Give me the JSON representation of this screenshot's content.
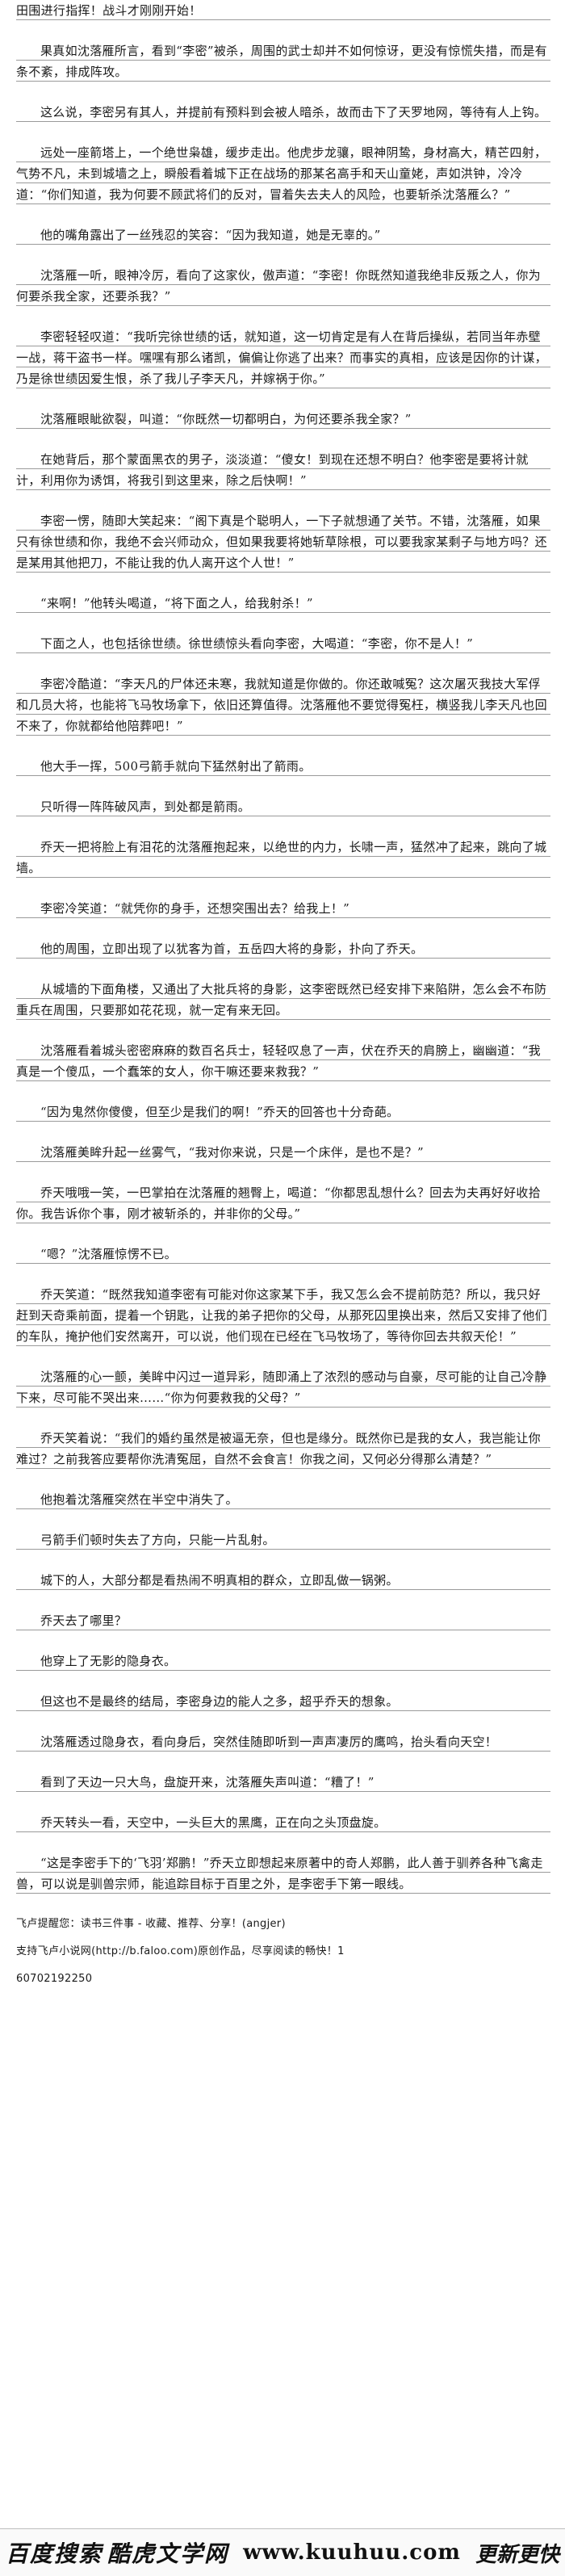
{
  "paragraphs": [
    "田围进行指挥！战斗才刚刚开始！",
    "果真如沈落雁所言，看到“李密”被杀，周围的武士却并不如何惊讶，更没有惊慌失措，而是有条不紊，排成阵攻。",
    "这么说，李密另有其人，并提前有预料到会被人暗杀，故而击下了天罗地网，等待有人上钩。",
    "远处一座箭塔上，一个绝世枭雄，缓步走出。他虎步龙骧，眼神阴鸷，身材高大，精芒四射，气势不凡，未到城墙之上，瞬般看着城下正在战场的那某名高手和天山童姥，声如洪钟，冷冷道：“你们知道，我为何要不顾武将们的反对，冒着失去夫人的风险，也要斩杀沈落雁么？”",
    "他的嘴角露出了一丝残忍的笑容：“因为我知道，她是无辜的。”",
    "沈落雁一听，眼神冷厉，看向了这家伙，傲声道：“李密！你既然知道我绝非反叛之人，你为何要杀我全家，还要杀我？”",
    "李密轻轻叹道：“我听完徐世绩的话，就知道，这一切肯定是有人在背后操纵，若同当年赤壁一战，蒋干盗书一样。嘿嘿有那么诸凯，偏偏让你逃了出来？而事实的真相，应该是因你的计谋，乃是徐世绩因爱生恨，杀了我儿子李天凡，并嫁祸于你。”",
    "沈落雁眼眦欲裂，叫道：“你既然一切都明白，为何还要杀我全家？”",
    "在她背后，那个蒙面黑衣的男子，淡淡道：“傻女！到现在还想不明白？他李密是要将计就计，利用你为诱饵，将我引到这里来，除之后快啊！”",
    "李密一愣，随即大笑起来：“阁下真是个聪明人，一下子就想通了关节。不错，沈落雁，如果只有徐世绩和你，我绝不会兴师动众，但如果我要将她斩草除根，可以要我家某剩子与地方吗？还是某用其他把刀，不能让我的仇人离开这个人世！”",
    "“来啊！”他转头喝道，“将下面之人，给我射杀！”",
    "下面之人，也包括徐世绩。徐世绩惊头看向李密，大喝道：“李密，你不是人！”",
    "李密冷酷道：“李天凡的尸体还未寒，我就知道是你做的。你还敢喊冤？这次屠灭我技大军俘和几员大将，也能将飞马牧场拿下，依旧还算值得。沈落雁他不要觉得冤枉，横竖我儿李天凡也回不来了，你就都给他陪葬吧！”",
    "他大手一挥，500弓箭手就向下猛然射出了箭雨。",
    "只听得一阵阵破风声，到处都是箭雨。",
    "乔天一把将脸上有泪花的沈落雁抱起来，以绝世的内力，长啸一声，猛然冲了起来，跳向了城墙。",
    "李密冷笑道：“就凭你的身手，还想突围出去？给我上！”",
    "他的周围，立即出现了以犹客为首，五岳四大将的身影，扑向了乔天。",
    "从城墙的下面角楼，又通出了大批兵将的身影，这李密既然已经安排下来陷阱，怎么会不布防重兵在周围，只要那如花花现，就一定有来无回。",
    "沈落雁看着城头密密麻麻的数百名兵士，轻轻叹息了一声，伏在乔天的肩膀上，幽幽道：“我真是一个傻瓜，一个蠢笨的女人，你干嘛还要来救我？”",
    "“因为鬼然你傻傻，但至少是我们的啊！”乔天的回答也十分奇葩。",
    "沈落雁美眸升起一丝雾气，“我对你来说，只是一个床伴，是也不是？”",
    "乔天哦哦一笑，一巴掌拍在沈落雁的翘臀上，喝道：“你都思乱想什么？回去为夫再好好收拾你。我告诉你个事，刚才被斩杀的，并非你的父母。”",
    "“嗯？”沈落雁惊愣不已。",
    "乔天笑道：“既然我知道李密有可能对你这家某下手，我又怎么会不提前防范？所以，我只好赶到天奇乘前面，提着一个钥匙，让我的弟子把你的父母，从那死囚里换出来，然后又安排了他们的车队，掩护他们安然离开，可以说，他们现在已经在飞马牧场了，等待你回去共叙天伦！”",
    "沈落雁的心一颤，美眸中闪过一道异彩，随即涌上了浓烈的感动与自豪，尽可能的让自己冷静下来，尽可能不哭出来……“你为何要救我的父母？”",
    "乔天笑着说：“我们的婚约虽然是被逼无奈，但也是缘分。既然你已是我的女人，我岂能让你难过？之前我答应要帮你洗清冤屈，自然不会食言！你我之间，又何必分得那么清楚？”",
    "他抱着沈落雁突然在半空中消失了。",
    "弓箭手们顿时失去了方向，只能一片乱射。",
    "城下的人，大部分都是看热闹不明真相的群众，立即乱做一锅粥。",
    "乔天去了哪里？",
    "他穿上了无影的隐身衣。",
    "但这也不是最终的结局，李密身边的能人之多，超乎乔天的想象。",
    "沈落雁透过隐身衣，看向身后，突然佳随即听到一声声凄厉的鹰鸣，抬头看向天空！",
    "看到了天边一只大鸟，盘旋开来，沈落雁失声叫道：“糟了！”",
    "乔天转头一看，天空中，一头巨大的黑鹰，正在向之头顶盘旋。",
    "“这是李密手下的‘飞羽’郑鹏！”乔天立即想起来原著中的奇人郑鹏，此人善于驯养各种飞禽走兽，可以说是驯兽宗师，能追踪目标于百里之外，是李密手下第一眼线。",
    "飞卢提醒您：读书三件事 - 收藏、推荐、分享！(angjer)",
    "支持飞卢小说网(http://b.faloo.com)原创作品，尽享阅读的畅快！1",
    "60702192250"
  ],
  "banner": {
    "logo": "百度搜索",
    "site": "酷虎文学网",
    "url": "www.kuuhuu.com",
    "tail": "更新更快"
  }
}
